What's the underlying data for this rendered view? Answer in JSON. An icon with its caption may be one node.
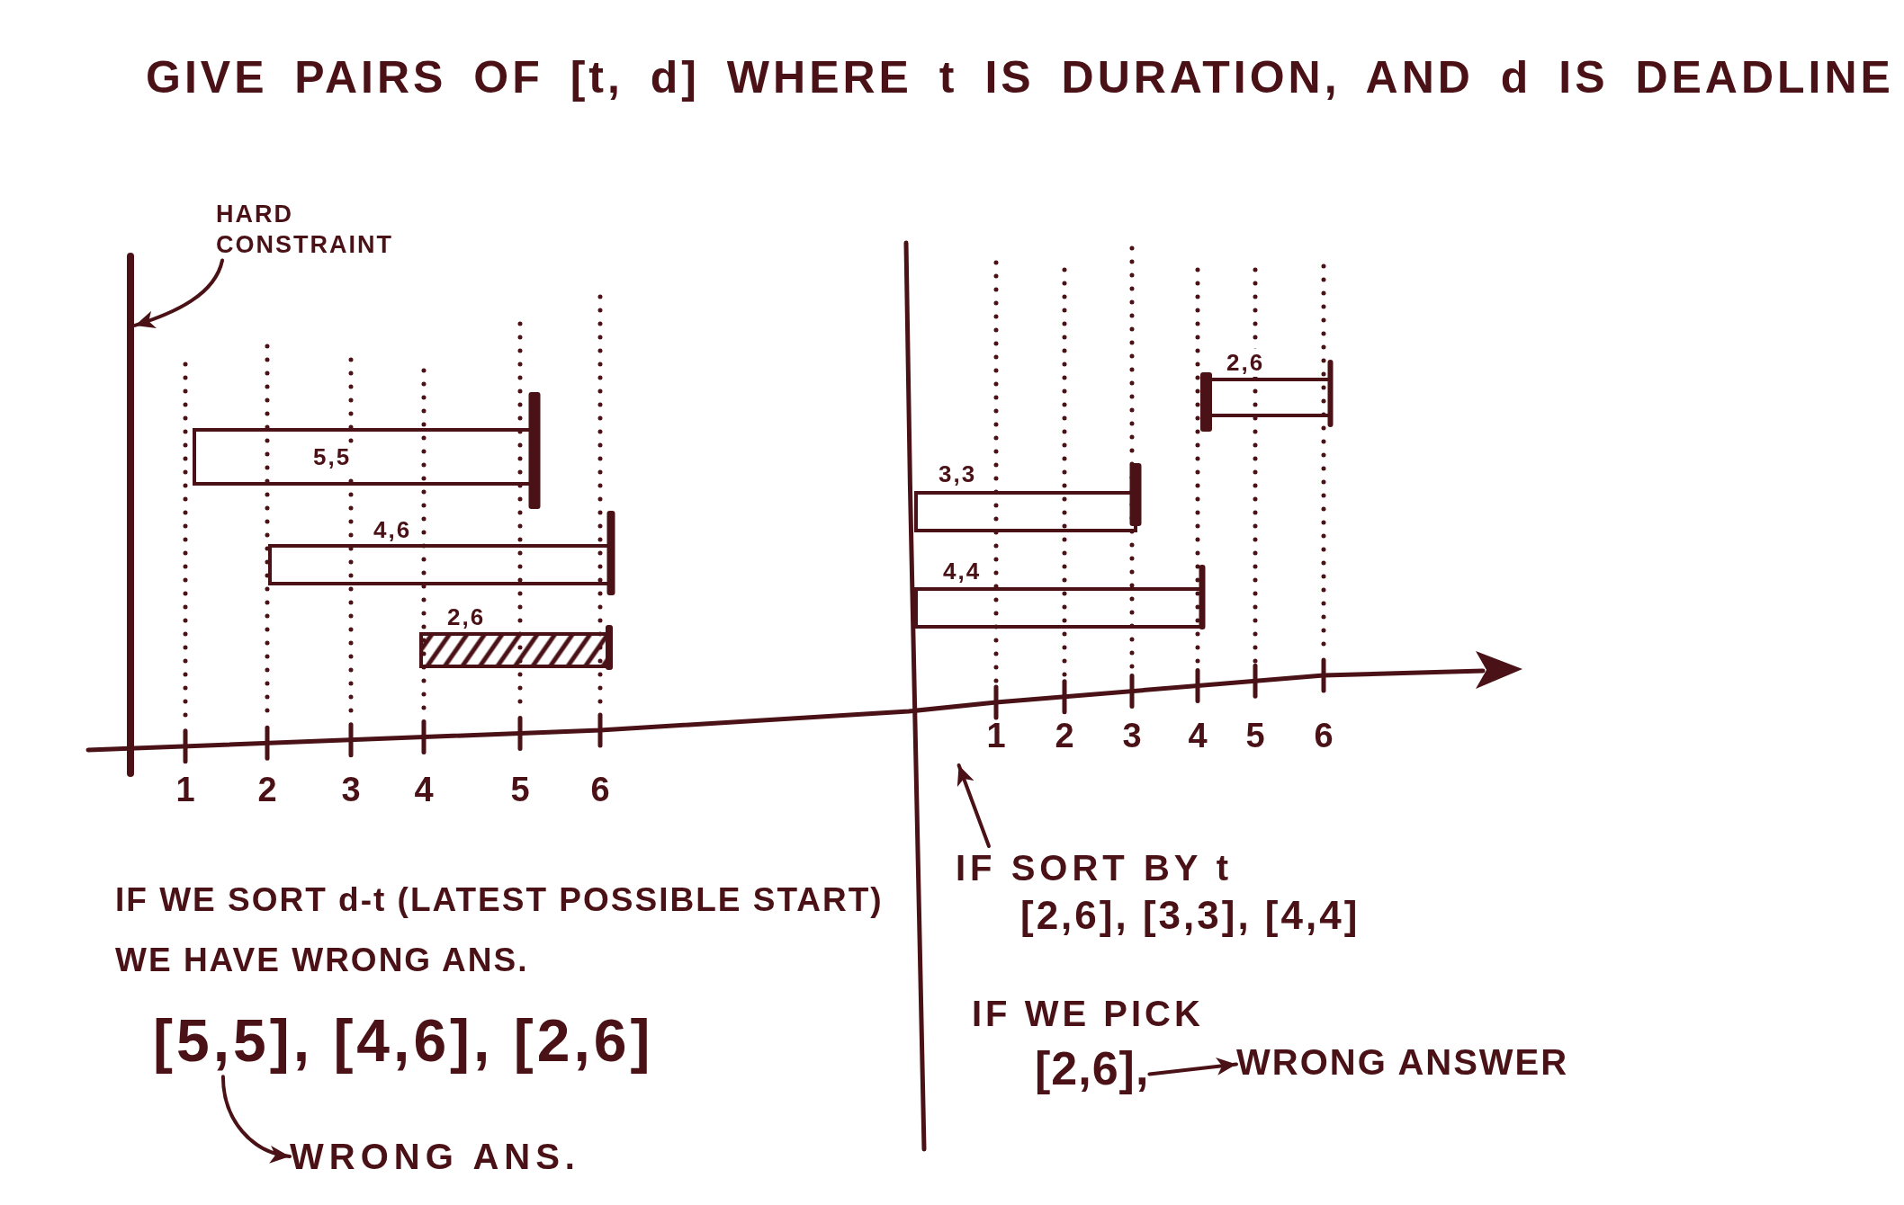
{
  "diagram": {
    "title": "GIVE PAIRS OF [t, d] WHERE t IS DURATION, AND d IS DEADLINE",
    "nodes": [
      {
        "text": [
          "HARD CONSTRAINT"
        ]
      },
      {
        "text": [],
        "shape": "line"
      },
      {
        "text": [
          "5,5"
        ]
      },
      {
        "text": [
          "4,6"
        ]
      },
      {
        "text": [
          "2,6"
        ]
      },
      {
        "text": [
          "2,6"
        ]
      },
      {
        "text": [
          "3,3"
        ]
      },
      {
        "text": [
          "4,4"
        ]
      },
      {
        "text": [],
        "shape": "line"
      },
      {
        "text": [
          "[5,5], [4,6], [2,6]"
        ]
      },
      {
        "text": [
          "WRONG ANS."
        ]
      },
      {
        "text": [
          "IF SORT BY t"
        ]
      },
      {
        "text": [
          "[2,6],"
        ]
      },
      {
        "text": [
          "WRONG ANSWER"
        ]
      }
    ],
    "edges": [
      {
        "from": 0,
        "to": 1,
        "arrow": "to"
      },
      {
        "from": 9,
        "to": 10,
        "arrow": "to"
      },
      {
        "from": 11,
        "to": 8,
        "arrow": "to"
      },
      {
        "from": 12,
        "to": 13,
        "arrow": "to"
      }
    ],
    "labels": [
      "1",
      "2",
      "3",
      "4",
      "5",
      "6",
      "1",
      "2",
      "3",
      "4",
      "5",
      "6",
      "IF WE SORT d-t (LATEST POSSIBLE START) WE HAVE WRONG ANS.",
      "[2,6], [3,3], [4,4]",
      "IF WE PICK"
    ]
  }
}
